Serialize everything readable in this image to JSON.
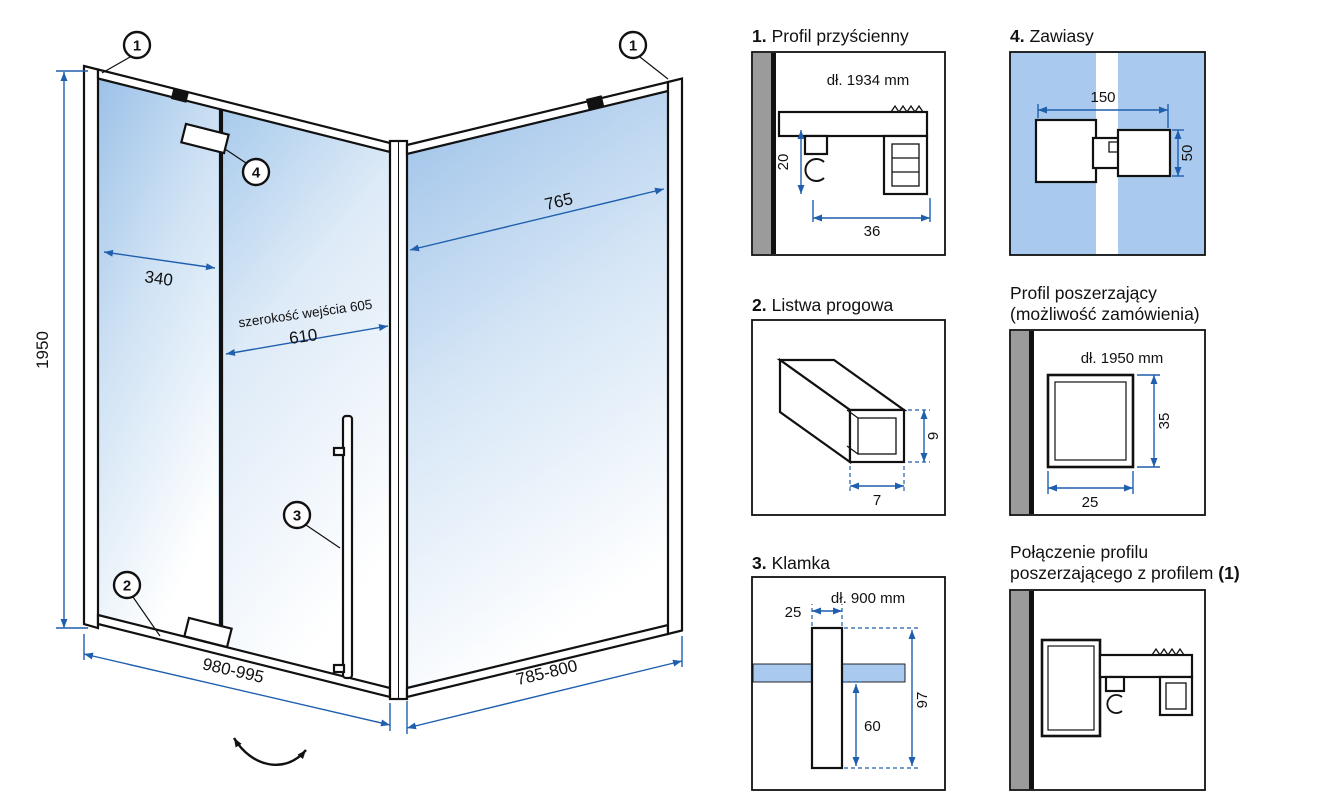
{
  "colors": {
    "dim_blue": "#1f5fae",
    "glass_blue": "#a9c9ef",
    "wall_gray": "#9b9b9b"
  },
  "main": {
    "callout_1": "1",
    "callout_2": "2",
    "callout_3": "3",
    "callout_4": "4",
    "dim_height": "1950",
    "dim_fixed": "340",
    "entry_label": "szerokość wejścia 605",
    "dim_entry": "610",
    "dim_right": "765",
    "dim_bottom_left": "980-995",
    "dim_bottom_right": "785-800"
  },
  "panel1": {
    "num": "1.",
    "title": "Profil przyścienny",
    "length": "dł. 1934 mm",
    "dim_depth": "20",
    "dim_width": "36"
  },
  "panel4": {
    "num": "4.",
    "title": "Zawiasy",
    "dim_width": "150",
    "dim_height": "50"
  },
  "panel2": {
    "num": "2.",
    "title": "Listwa progowa",
    "dim_width": "7",
    "dim_height": "9"
  },
  "panel_ext": {
    "title_1": "Profil poszerzający",
    "title_2": "(możliwość zamówienia)",
    "length": "dł. 1950 mm",
    "dim_height": "35",
    "dim_width": "25"
  },
  "panel3": {
    "num": "3.",
    "title": "Klamka",
    "length": "dł. 900 mm",
    "dim_width": "25",
    "dim_below": "60",
    "dim_total": "97"
  },
  "panel_join": {
    "title_1": "Połączenie profilu",
    "title_2": "poszerzającego z profilem",
    "title_ref": "(1)"
  }
}
